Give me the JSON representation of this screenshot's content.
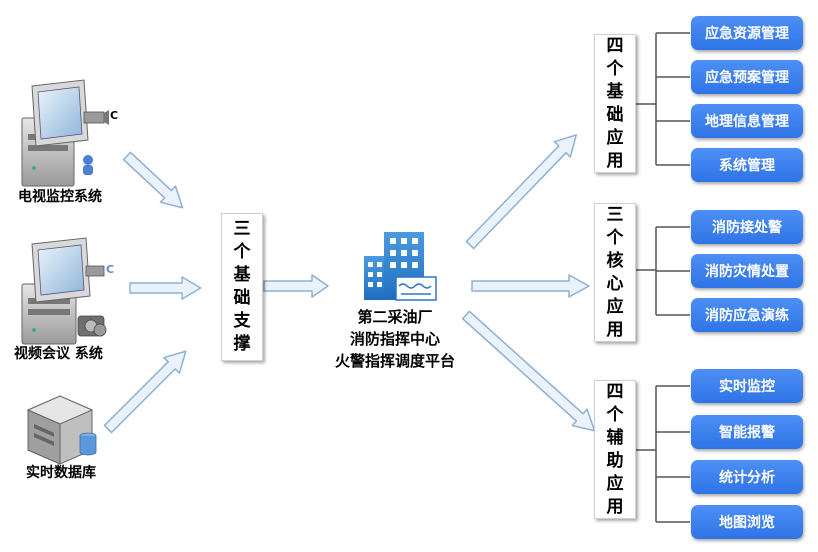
{
  "sources": [
    {
      "label": "电视监控系统",
      "icon": "monitor-camera-icon"
    },
    {
      "label": "视频会议 系统",
      "icon": "monitor-video-icon"
    },
    {
      "label": "实时数据库",
      "icon": "server-database-icon"
    }
  ],
  "support_box": {
    "chars": [
      "三",
      "个",
      "基",
      "础",
      "支",
      "撑"
    ]
  },
  "center": {
    "icon": "building-icon",
    "lines": [
      "第二采油厂",
      "消防指挥中心",
      "火警指挥调度平台"
    ]
  },
  "groups": [
    {
      "chars": [
        "四",
        "个",
        "基",
        "础",
        "应",
        "用"
      ],
      "items": [
        "应急资源管理",
        "应急预案管理",
        "地理信息管理",
        "系统管理"
      ]
    },
    {
      "chars": [
        "三",
        "个",
        "核",
        "心",
        "应",
        "用"
      ],
      "items": [
        "消防接处警",
        "消防灾情处置",
        "消防应急演练"
      ]
    },
    {
      "chars": [
        "四",
        "个",
        "辅",
        "助",
        "应",
        "用"
      ],
      "items": [
        "实时监控",
        "智能报警",
        "统计分析",
        "地图浏览"
      ]
    }
  ],
  "colors": {
    "button": "#3a80ee",
    "arrow_fill": "#eaf2fb",
    "arrow_stroke": "#8fb0d3",
    "bracket": "#555555"
  }
}
